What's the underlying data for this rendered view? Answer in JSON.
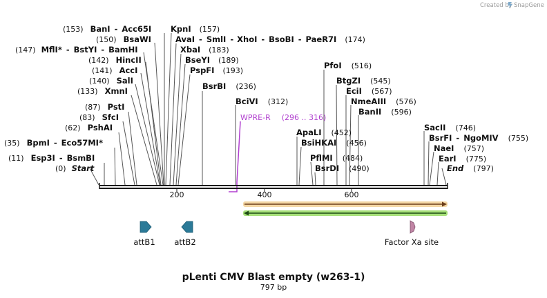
{
  "credit": "Created by",
  "brand": "SnapGene",
  "title": "pLenti CMV Blast empty (w263-1)",
  "subtitle": "797 bp",
  "ticks": [
    "200",
    "400",
    "600"
  ],
  "terminals": {
    "start": "Start",
    "end": "End",
    "start_pos": "(0)",
    "end_pos": "(797)"
  },
  "enzymes": {
    "kpni": {
      "name": "KpnI",
      "pos": "(157)"
    },
    "bani": {
      "name": "BanI",
      "pos": "(153)"
    },
    "acc65i": {
      "name": "Acc65I",
      "pos": ""
    },
    "bsawi": {
      "name": "BsaWI",
      "pos": "(150)"
    },
    "avai": {
      "name": "AvaI",
      "pos": ""
    },
    "smli": {
      "name": "SmlI",
      "pos": ""
    },
    "xhoi": {
      "name": "XhoI",
      "pos": ""
    },
    "bsobi": {
      "name": "BsoBI",
      "pos": ""
    },
    "paer7i": {
      "name": "PaeR7I",
      "pos": "(174)"
    },
    "mfli": {
      "name": "MflI",
      "pos": "(147)",
      "mark": "*"
    },
    "bstyi": {
      "name": "BstYI",
      "pos": ""
    },
    "bamhi": {
      "name": "BamHI",
      "pos": ""
    },
    "xbai": {
      "name": "XbaI",
      "pos": "(183)"
    },
    "hincii": {
      "name": "HincII",
      "pos": "(142)"
    },
    "bseyi": {
      "name": "BseYI",
      "pos": "(189)"
    },
    "acci": {
      "name": "AccI",
      "pos": "(141)"
    },
    "pspfi": {
      "name": "PspFI",
      "pos": "(193)"
    },
    "pfoi": {
      "name": "PfoI",
      "pos": "(516)"
    },
    "sali": {
      "name": "SalI",
      "pos": "(140)"
    },
    "btgzi": {
      "name": "BtgZI",
      "pos": "(545)"
    },
    "xmni": {
      "name": "XmnI",
      "pos": "(133)"
    },
    "bsrbi": {
      "name": "BsrBI",
      "pos": "(236)"
    },
    "ecii": {
      "name": "EciI",
      "pos": "(567)"
    },
    "nmeaiii": {
      "name": "NmeAIII",
      "pos": "(576)"
    },
    "bcivi": {
      "name": "BciVI",
      "pos": "(312)"
    },
    "psti": {
      "name": "PstI",
      "pos": "(87)"
    },
    "banii": {
      "name": "BanII",
      "pos": "(596)"
    },
    "sfci": {
      "name": "SfcI",
      "pos": "(83)"
    },
    "pshai": {
      "name": "PshAI",
      "pos": "(62)"
    },
    "sacii": {
      "name": "SacII",
      "pos": "(746)"
    },
    "apali": {
      "name": "ApaLI",
      "pos": "(452)"
    },
    "bsrfi": {
      "name": "BsrFI",
      "pos": ""
    },
    "ngomiv": {
      "name": "NgoMIV",
      "pos": "(755)"
    },
    "bpmi": {
      "name": "BpmI",
      "pos": "(35)"
    },
    "eco57mi": {
      "name": "Eco57MI",
      "pos": "",
      "mark": "*"
    },
    "bsihkai": {
      "name": "BsiHKAI",
      "pos": "(456)"
    },
    "naei": {
      "name": "NaeI",
      "pos": "(757)"
    },
    "pflmi": {
      "name": "PflMI",
      "pos": "(484)"
    },
    "esp3i": {
      "name": "Esp3I",
      "pos": "(11)"
    },
    "bsmbi": {
      "name": "BsmBI",
      "pos": ""
    },
    "eari": {
      "name": "EarI",
      "pos": "(775)"
    },
    "bsrdi": {
      "name": "BsrDI",
      "pos": "(490)"
    }
  },
  "primer": {
    "name": "WPRE-R",
    "range": "(296 .. 316)"
  },
  "features": {
    "attb1": "attB1",
    "attb2": "attB2",
    "factor_xa": "Factor Xa site"
  },
  "colors": {
    "backbone": "#1a1a1a",
    "primer": "#b03fcf",
    "orf_orange": "#e7a33d",
    "orf_green": "#8bd24a",
    "attb": "#2b7a98",
    "factor_xa": "#c084a4"
  }
}
